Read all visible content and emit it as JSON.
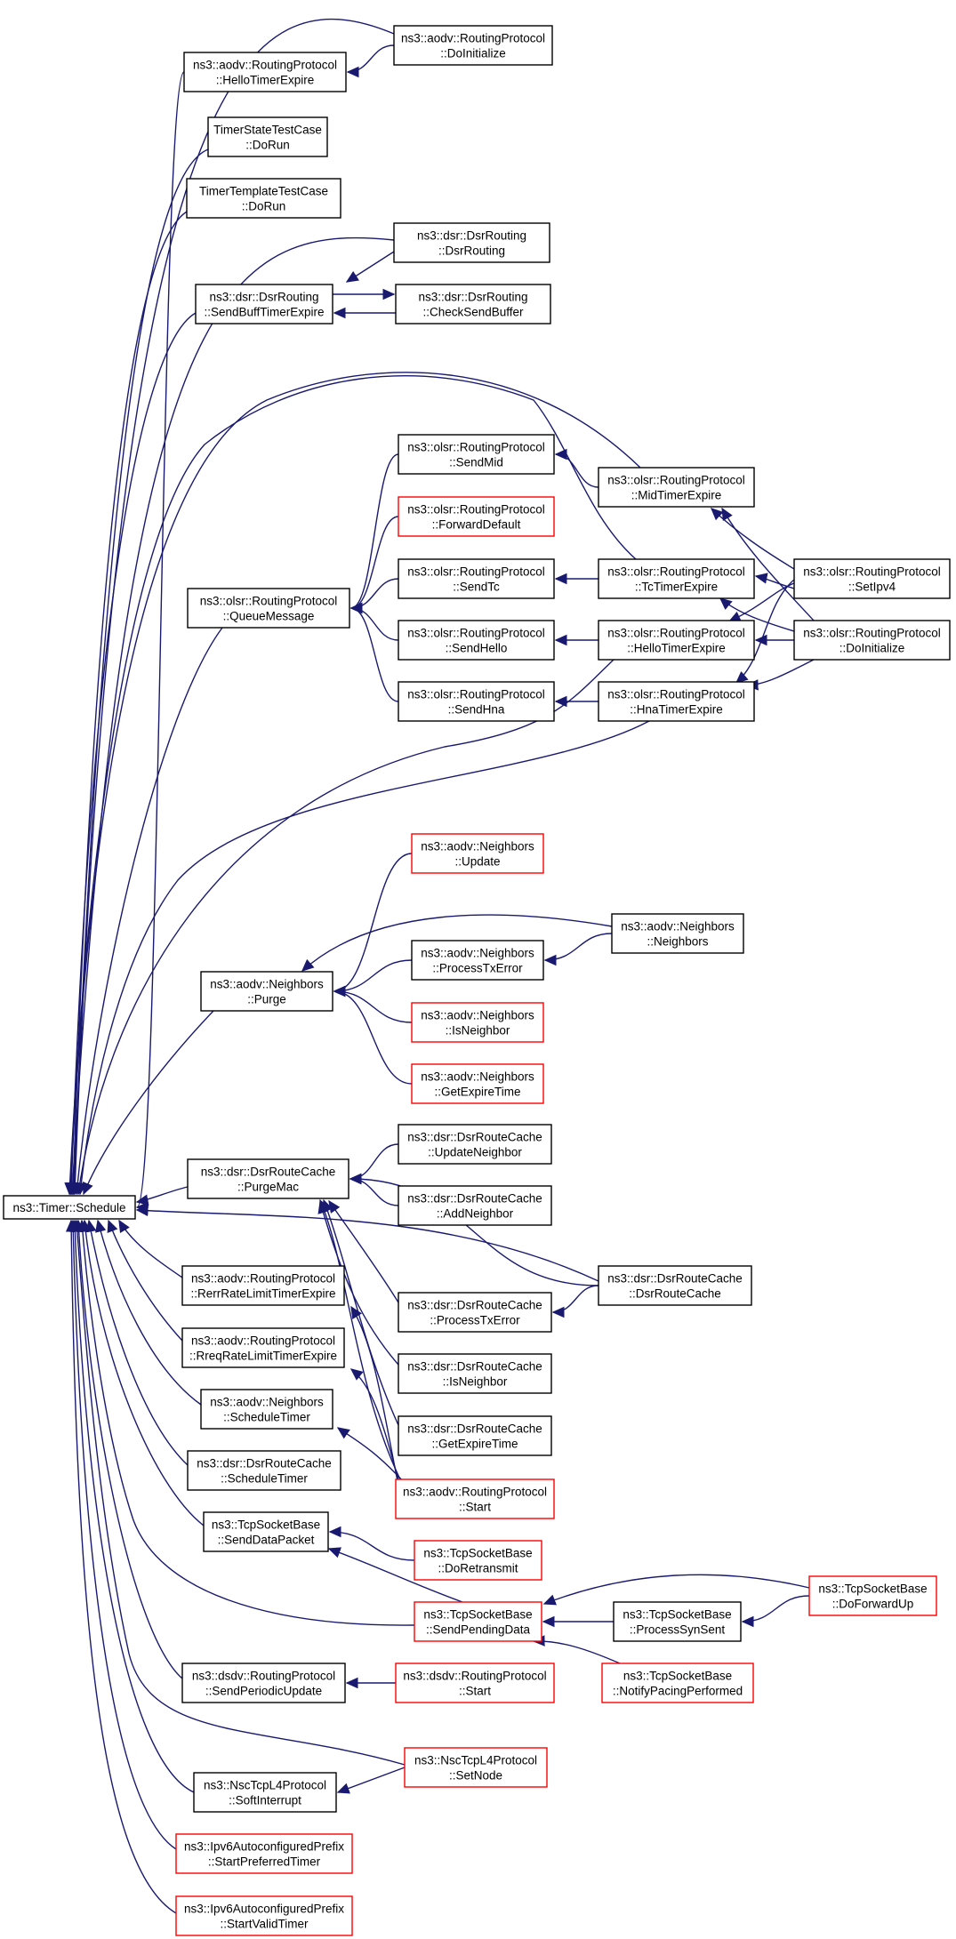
{
  "colors": {
    "edge": "#191970",
    "node_border": "#000000",
    "node_border_incomplete": "#ff0000",
    "root_fill": "#bfbfbf",
    "node_fill": "#ffffff"
  },
  "graph": {
    "root": "root",
    "nodes": [
      {
        "id": "root",
        "lines": [
          "ns3::Timer::Schedule"
        ],
        "style": "root"
      },
      {
        "id": "aodv_hello",
        "lines": [
          "ns3::aodv::RoutingProtocol",
          "::HelloTimerExpire"
        ],
        "style": "normal"
      },
      {
        "id": "aodv_doinit",
        "lines": [
          "ns3::aodv::RoutingProtocol",
          "::DoInitialize"
        ],
        "style": "normal"
      },
      {
        "id": "timerstate",
        "lines": [
          "TimerStateTestCase",
          "::DoRun"
        ],
        "style": "normal"
      },
      {
        "id": "timertemplate",
        "lines": [
          "TimerTemplateTestCase",
          "::DoRun"
        ],
        "style": "normal"
      },
      {
        "id": "dsr_dsrrouting",
        "lines": [
          "ns3::dsr::DsrRouting",
          "::DsrRouting"
        ],
        "style": "normal"
      },
      {
        "id": "dsr_sendbuff",
        "lines": [
          "ns3::dsr::DsrRouting",
          "::SendBuffTimerExpire"
        ],
        "style": "normal"
      },
      {
        "id": "dsr_checksend",
        "lines": [
          "ns3::dsr::DsrRouting",
          "::CheckSendBuffer"
        ],
        "style": "normal"
      },
      {
        "id": "olsr_sendmid",
        "lines": [
          "ns3::olsr::RoutingProtocol",
          "::SendMid"
        ],
        "style": "normal"
      },
      {
        "id": "olsr_midtimer",
        "lines": [
          "ns3::olsr::RoutingProtocol",
          "::MidTimerExpire"
        ],
        "style": "normal"
      },
      {
        "id": "olsr_fwddefault",
        "lines": [
          "ns3::olsr::RoutingProtocol",
          "::ForwardDefault"
        ],
        "style": "incomplete"
      },
      {
        "id": "olsr_queuemsg",
        "lines": [
          "ns3::olsr::RoutingProtocol",
          "::QueueMessage"
        ],
        "style": "normal"
      },
      {
        "id": "olsr_sendtc",
        "lines": [
          "ns3::olsr::RoutingProtocol",
          "::SendTc"
        ],
        "style": "normal"
      },
      {
        "id": "olsr_tctimer",
        "lines": [
          "ns3::olsr::RoutingProtocol",
          "::TcTimerExpire"
        ],
        "style": "normal"
      },
      {
        "id": "olsr_setipv4",
        "lines": [
          "ns3::olsr::RoutingProtocol",
          "::SetIpv4"
        ],
        "style": "normal"
      },
      {
        "id": "olsr_sendhello",
        "lines": [
          "ns3::olsr::RoutingProtocol",
          "::SendHello"
        ],
        "style": "normal"
      },
      {
        "id": "olsr_hellotimer",
        "lines": [
          "ns3::olsr::RoutingProtocol",
          "::HelloTimerExpire"
        ],
        "style": "normal"
      },
      {
        "id": "olsr_doinit",
        "lines": [
          "ns3::olsr::RoutingProtocol",
          "::DoInitialize"
        ],
        "style": "normal"
      },
      {
        "id": "olsr_sendhna",
        "lines": [
          "ns3::olsr::RoutingProtocol",
          "::SendHna"
        ],
        "style": "normal"
      },
      {
        "id": "olsr_hnatimer",
        "lines": [
          "ns3::olsr::RoutingProtocol",
          "::HnaTimerExpire"
        ],
        "style": "normal"
      },
      {
        "id": "nb_update",
        "lines": [
          "ns3::aodv::Neighbors",
          "::Update"
        ],
        "style": "incomplete"
      },
      {
        "id": "nb_neighbors",
        "lines": [
          "ns3::aodv::Neighbors",
          "::Neighbors"
        ],
        "style": "normal"
      },
      {
        "id": "nb_processtx",
        "lines": [
          "ns3::aodv::Neighbors",
          "::ProcessTxError"
        ],
        "style": "normal"
      },
      {
        "id": "nb_purge",
        "lines": [
          "ns3::aodv::Neighbors",
          "::Purge"
        ],
        "style": "normal"
      },
      {
        "id": "nb_isneighbor",
        "lines": [
          "ns3::aodv::Neighbors",
          "::IsNeighbor"
        ],
        "style": "incomplete"
      },
      {
        "id": "nb_getexpire",
        "lines": [
          "ns3::aodv::Neighbors",
          "::GetExpireTime"
        ],
        "style": "incomplete"
      },
      {
        "id": "rc_updateneighbor",
        "lines": [
          "ns3::dsr::DsrRouteCache",
          "::UpdateNeighbor"
        ],
        "style": "normal"
      },
      {
        "id": "rc_purgemac",
        "lines": [
          "ns3::dsr::DsrRouteCache",
          "::PurgeMac"
        ],
        "style": "normal"
      },
      {
        "id": "rc_addneighbor",
        "lines": [
          "ns3::dsr::DsrRouteCache",
          "::AddNeighbor"
        ],
        "style": "normal"
      },
      {
        "id": "rc_dsrroutecache",
        "lines": [
          "ns3::dsr::DsrRouteCache",
          "::DsrRouteCache"
        ],
        "style": "normal"
      },
      {
        "id": "aodv_rerr",
        "lines": [
          "ns3::aodv::RoutingProtocol",
          "::RerrRateLimitTimerExpire"
        ],
        "style": "normal"
      },
      {
        "id": "rc_processtx",
        "lines": [
          "ns3::dsr::DsrRouteCache",
          "::ProcessTxError"
        ],
        "style": "normal"
      },
      {
        "id": "aodv_rreq",
        "lines": [
          "ns3::aodv::RoutingProtocol",
          "::RreqRateLimitTimerExpire"
        ],
        "style": "normal"
      },
      {
        "id": "rc_isneighbor",
        "lines": [
          "ns3::dsr::DsrRouteCache",
          "::IsNeighbor"
        ],
        "style": "normal"
      },
      {
        "id": "nb_scheduletimer",
        "lines": [
          "ns3::aodv::Neighbors",
          "::ScheduleTimer"
        ],
        "style": "normal"
      },
      {
        "id": "rc_getexpire",
        "lines": [
          "ns3::dsr::DsrRouteCache",
          "::GetExpireTime"
        ],
        "style": "normal"
      },
      {
        "id": "rc_scheduletimer",
        "lines": [
          "ns3::dsr::DsrRouteCache",
          "::ScheduleTimer"
        ],
        "style": "normal"
      },
      {
        "id": "aodv_start",
        "lines": [
          "ns3::aodv::RoutingProtocol",
          "::Start"
        ],
        "style": "incomplete"
      },
      {
        "id": "tcp_senddata",
        "lines": [
          "ns3::TcpSocketBase",
          "::SendDataPacket"
        ],
        "style": "normal"
      },
      {
        "id": "tcp_doretransmit",
        "lines": [
          "ns3::TcpSocketBase",
          "::DoRetransmit"
        ],
        "style": "incomplete"
      },
      {
        "id": "tcp_doforwardup",
        "lines": [
          "ns3::TcpSocketBase",
          "::DoForwardUp"
        ],
        "style": "incomplete"
      },
      {
        "id": "tcp_sendpending",
        "lines": [
          "ns3::TcpSocketBase",
          "::SendPendingData"
        ],
        "style": "incomplete"
      },
      {
        "id": "tcp_processsynsent",
        "lines": [
          "ns3::TcpSocketBase",
          "::ProcessSynSent"
        ],
        "style": "normal"
      },
      {
        "id": "dsdv_sendperiodic",
        "lines": [
          "ns3::dsdv::RoutingProtocol",
          "::SendPeriodicUpdate"
        ],
        "style": "normal"
      },
      {
        "id": "dsdv_start",
        "lines": [
          "ns3::dsdv::RoutingProtocol",
          "::Start"
        ],
        "style": "incomplete"
      },
      {
        "id": "tcp_notifypacing",
        "lines": [
          "ns3::TcpSocketBase",
          "::NotifyPacingPerformed"
        ],
        "style": "incomplete"
      },
      {
        "id": "nsc_setnode",
        "lines": [
          "ns3::NscTcpL4Protocol",
          "::SetNode"
        ],
        "style": "incomplete"
      },
      {
        "id": "nsc_softinterrupt",
        "lines": [
          "ns3::NscTcpL4Protocol",
          "::SoftInterrupt"
        ],
        "style": "normal"
      },
      {
        "id": "ipv6_startpreferred",
        "lines": [
          "ns3::Ipv6AutoconfiguredPrefix",
          "::StartPreferredTimer"
        ],
        "style": "incomplete"
      },
      {
        "id": "ipv6_startvalid",
        "lines": [
          "ns3::Ipv6AutoconfiguredPrefix",
          "::StartValidTimer"
        ],
        "style": "incomplete"
      }
    ],
    "edges": [
      {
        "from": "aodv_hello",
        "to": "root"
      },
      {
        "from": "aodv_doinit",
        "to": "root"
      },
      {
        "from": "timerstate",
        "to": "root"
      },
      {
        "from": "timertemplate",
        "to": "root"
      },
      {
        "from": "dsr_dsrrouting",
        "to": "root"
      },
      {
        "from": "dsr_sendbuff",
        "to": "root"
      },
      {
        "from": "olsr_midtimer",
        "to": "root"
      },
      {
        "from": "olsr_tctimer",
        "to": "root"
      },
      {
        "from": "olsr_queuemsg",
        "to": "root"
      },
      {
        "from": "olsr_hellotimer",
        "to": "root"
      },
      {
        "from": "olsr_hnatimer",
        "to": "root"
      },
      {
        "from": "nb_purge",
        "to": "root"
      },
      {
        "from": "rc_purgemac",
        "to": "root"
      },
      {
        "from": "rc_dsrroutecache",
        "to": "root"
      },
      {
        "from": "aodv_rerr",
        "to": "root"
      },
      {
        "from": "aodv_rreq",
        "to": "root"
      },
      {
        "from": "nb_scheduletimer",
        "to": "root"
      },
      {
        "from": "rc_scheduletimer",
        "to": "root"
      },
      {
        "from": "tcp_senddata",
        "to": "root"
      },
      {
        "from": "tcp_sendpending",
        "to": "root"
      },
      {
        "from": "dsdv_sendperiodic",
        "to": "root"
      },
      {
        "from": "nsc_setnode",
        "to": "root"
      },
      {
        "from": "nsc_softinterrupt",
        "to": "root"
      },
      {
        "from": "ipv6_startpreferred",
        "to": "root"
      },
      {
        "from": "ipv6_startvalid",
        "to": "root"
      },
      {
        "from": "aodv_doinit",
        "to": "aodv_hello"
      },
      {
        "from": "dsr_dsrrouting",
        "to": "dsr_sendbuff"
      },
      {
        "from": "dsr_checksend",
        "to": "dsr_sendbuff"
      },
      {
        "from": "dsr_sendbuff",
        "to": "dsr_checksend"
      },
      {
        "from": "olsr_sendmid",
        "to": "olsr_queuemsg"
      },
      {
        "from": "olsr_fwddefault",
        "to": "olsr_queuemsg"
      },
      {
        "from": "olsr_sendtc",
        "to": "olsr_queuemsg"
      },
      {
        "from": "olsr_sendhello",
        "to": "olsr_queuemsg"
      },
      {
        "from": "olsr_sendhna",
        "to": "olsr_queuemsg"
      },
      {
        "from": "olsr_midtimer",
        "to": "olsr_sendmid"
      },
      {
        "from": "olsr_tctimer",
        "to": "olsr_sendtc"
      },
      {
        "from": "olsr_hellotimer",
        "to": "olsr_sendhello"
      },
      {
        "from": "olsr_hnatimer",
        "to": "olsr_sendhna"
      },
      {
        "from": "olsr_setipv4",
        "to": "olsr_midtimer"
      },
      {
        "from": "olsr_doinit",
        "to": "olsr_midtimer"
      },
      {
        "from": "olsr_setipv4",
        "to": "olsr_tctimer"
      },
      {
        "from": "olsr_doinit",
        "to": "olsr_tctimer"
      },
      {
        "from": "olsr_setipv4",
        "to": "olsr_hellotimer"
      },
      {
        "from": "olsr_doinit",
        "to": "olsr_hellotimer"
      },
      {
        "from": "olsr_setipv4",
        "to": "olsr_hnatimer"
      },
      {
        "from": "olsr_doinit",
        "to": "olsr_hnatimer"
      },
      {
        "from": "nb_update",
        "to": "nb_purge"
      },
      {
        "from": "nb_neighbors",
        "to": "nb_purge"
      },
      {
        "from": "nb_processtx",
        "to": "nb_purge"
      },
      {
        "from": "nb_isneighbor",
        "to": "nb_purge"
      },
      {
        "from": "nb_getexpire",
        "to": "nb_purge"
      },
      {
        "from": "nb_neighbors",
        "to": "nb_processtx"
      },
      {
        "from": "rc_updateneighbor",
        "to": "rc_purgemac"
      },
      {
        "from": "rc_addneighbor",
        "to": "rc_purgemac"
      },
      {
        "from": "rc_dsrroutecache",
        "to": "rc_purgemac"
      },
      {
        "from": "rc_processtx",
        "to": "rc_purgemac"
      },
      {
        "from": "rc_isneighbor",
        "to": "rc_purgemac"
      },
      {
        "from": "rc_getexpire",
        "to": "rc_purgemac"
      },
      {
        "from": "aodv_start",
        "to": "rc_purgemac"
      },
      {
        "from": "rc_dsrroutecache",
        "to": "rc_processtx"
      },
      {
        "from": "aodv_start",
        "to": "aodv_rerr"
      },
      {
        "from": "aodv_start",
        "to": "aodv_rreq"
      },
      {
        "from": "aodv_start",
        "to": "nb_scheduletimer"
      },
      {
        "from": "tcp_doretransmit",
        "to": "tcp_senddata"
      },
      {
        "from": "tcp_sendpending",
        "to": "tcp_senddata"
      },
      {
        "from": "tcp_doforwardup",
        "to": "tcp_sendpending"
      },
      {
        "from": "tcp_processsynsent",
        "to": "tcp_sendpending"
      },
      {
        "from": "tcp_notifypacing",
        "to": "tcp_sendpending"
      },
      {
        "from": "tcp_doforwardup",
        "to": "tcp_processsynsent"
      },
      {
        "from": "dsdv_start",
        "to": "dsdv_sendperiodic"
      },
      {
        "from": "nsc_setnode",
        "to": "nsc_softinterrupt"
      }
    ]
  }
}
